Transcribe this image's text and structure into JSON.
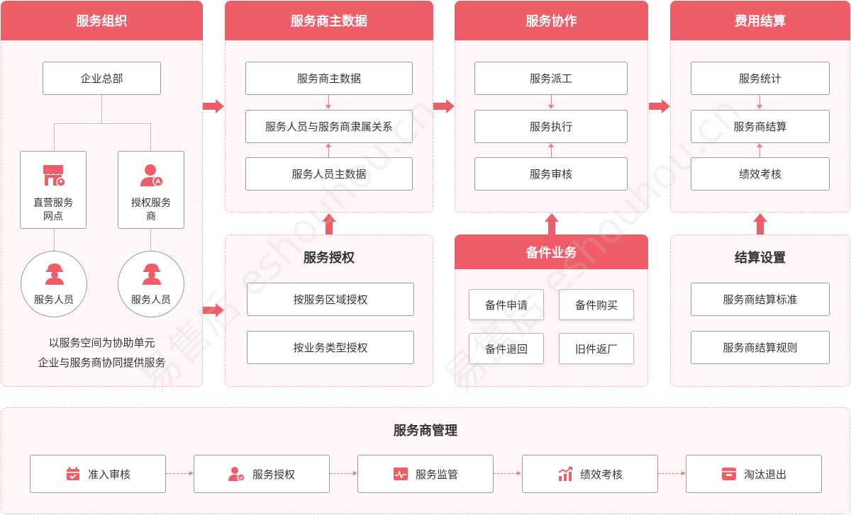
{
  "colors": {
    "accent": "#ee5d68",
    "panel_bg": "#fff7f7",
    "border": "#f3b3b8"
  },
  "org": {
    "title": "服务组织",
    "hq": "企业总部",
    "direct_line1": "直营服务",
    "direct_line2": "网点",
    "auth_line1": "授权服务",
    "auth_line2": "商",
    "staff_left": "服务人员",
    "staff_right": "服务人员",
    "note_line1": "以服务空间为协助单元",
    "note_line2": "企业与服务商协同提供服务"
  },
  "master": {
    "title": "服务商主数据",
    "items": [
      "服务商主数据",
      "服务人员与服务商隶属关系",
      "服务人员主数据"
    ]
  },
  "auth": {
    "title": "服务授权",
    "items": [
      "按服务区域授权",
      "按业务类型授权"
    ]
  },
  "collab": {
    "title": "服务协作",
    "items": [
      "服务派工",
      "服务执行",
      "服务审核"
    ]
  },
  "parts": {
    "title": "备件业务",
    "items": [
      "备件申请",
      "备件购买",
      "备件退回",
      "旧件返厂"
    ]
  },
  "billing": {
    "title": "费用结算",
    "items": [
      "服务统计",
      "服务商结算",
      "绩效考核"
    ]
  },
  "settle": {
    "title": "结算设置",
    "items": [
      "服务商结算标准",
      "服务商结算规则"
    ]
  },
  "mgmt": {
    "title": "服务商管理",
    "steps": [
      {
        "label": "准入审核",
        "icon": "calendar-check-icon"
      },
      {
        "label": "服务授权",
        "icon": "user-badge-icon"
      },
      {
        "label": "服务监管",
        "icon": "monitor-chart-icon"
      },
      {
        "label": "绩效考核",
        "icon": "bar-chart-up-icon"
      },
      {
        "label": "淘汰退出",
        "icon": "archive-box-icon"
      }
    ]
  },
  "watermark": {
    "text": "易售后 eshouhou.cn"
  }
}
